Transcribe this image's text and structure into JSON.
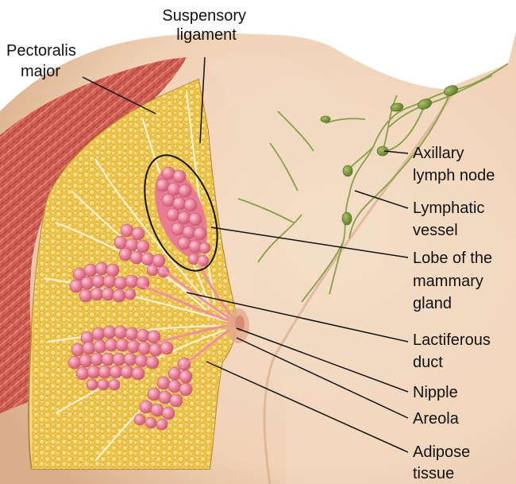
{
  "labels": {
    "suspensory": [
      "Suspensory",
      "ligament"
    ],
    "pectoralis": [
      "Pectoralis",
      "major"
    ],
    "axillary": [
      "Axillary",
      "lymph node"
    ],
    "lymphatic": [
      "Lymphatic",
      "vessel"
    ],
    "lobe": [
      "Lobe of the",
      "mammary",
      "gland"
    ],
    "lactiferous": [
      "Lactiferous",
      "duct"
    ],
    "nipple": [
      "Nipple"
    ],
    "areola": [
      "Areola"
    ],
    "adipose": [
      "Adipose",
      "tissue"
    ]
  },
  "colors": {
    "skin": "#f2d7bd",
    "skin_shadow": "#dcb392",
    "muscle": "#c8564a",
    "muscle_light": "#e08a73",
    "fat": "#f2cf55",
    "fat_bubble": "#f7e08a",
    "fat_edge": "#d9a92f",
    "gland": "#e9738e",
    "gland_light": "#f7a9bb",
    "gland_edge": "#b84761",
    "lymph": "#7e9a3e",
    "lymph_node": "#6f8b32",
    "ligament": "#fff6df",
    "line": "#111111"
  }
}
